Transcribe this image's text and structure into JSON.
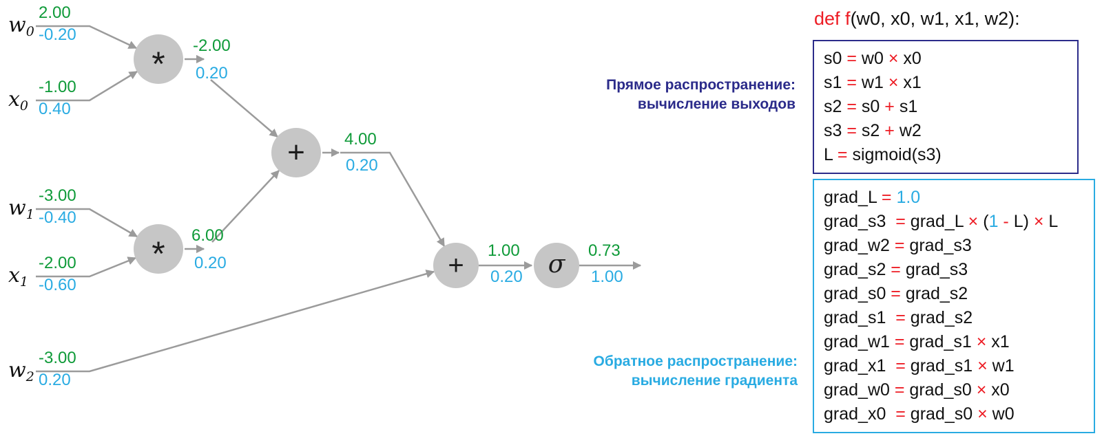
{
  "colors": {
    "forward_value_green": "#0e9a38",
    "gradient_value_blue": "#29abe2",
    "operator_red": "#ed1c24",
    "forward_annotation_navy": "#2b2b8a",
    "node_gray": "#c6c6c6",
    "edge_gray": "#9b9b9b"
  },
  "graph": {
    "inputs": [
      {
        "base": "w",
        "sub": "0",
        "forward": "2.00",
        "grad": "-0.20"
      },
      {
        "base": "x",
        "sub": "0",
        "forward": "-1.00",
        "grad": "0.40"
      },
      {
        "base": "w",
        "sub": "1",
        "forward": "-3.00",
        "grad": "-0.40"
      },
      {
        "base": "x",
        "sub": "1",
        "forward": "-2.00",
        "grad": "-0.60"
      },
      {
        "base": "w",
        "sub": "2",
        "forward": "-3.00",
        "grad": "0.20"
      }
    ],
    "nodes": [
      {
        "symbol": "*"
      },
      {
        "symbol": "*"
      },
      {
        "symbol": "+"
      },
      {
        "symbol": "+"
      },
      {
        "symbol": "σ"
      }
    ],
    "edges": [
      {
        "forward": "-2.00",
        "grad": "0.20"
      },
      {
        "forward": "6.00",
        "grad": "0.20"
      },
      {
        "forward": "4.00",
        "grad": "0.20"
      },
      {
        "forward": "1.00",
        "grad": "0.20"
      },
      {
        "forward": "0.73",
        "grad": "1.00"
      }
    ]
  },
  "annotations": {
    "forward_line1": "Прямое распространение:",
    "forward_line2": "вычисление выходов",
    "backward_line1": "Обратное распространение:",
    "backward_line2": "вычисление градиента"
  },
  "code": {
    "header": [
      {
        "t": "def ",
        "c": "r"
      },
      {
        "t": "f",
        "c": "r"
      },
      {
        "t": "(w0, x0, w1, x1, w2):",
        "c": "k"
      }
    ],
    "forward_lines": [
      [
        {
          "t": "s0 ",
          "c": "k"
        },
        {
          "t": "=",
          "c": "r"
        },
        {
          "t": " w0 ",
          "c": "k"
        },
        {
          "t": "×",
          "c": "r"
        },
        {
          "t": " x0",
          "c": "k"
        }
      ],
      [
        {
          "t": "s1 ",
          "c": "k"
        },
        {
          "t": "=",
          "c": "r"
        },
        {
          "t": " w1 ",
          "c": "k"
        },
        {
          "t": "×",
          "c": "r"
        },
        {
          "t": " x1",
          "c": "k"
        }
      ],
      [
        {
          "t": "s2 ",
          "c": "k"
        },
        {
          "t": "=",
          "c": "r"
        },
        {
          "t": " s0 ",
          "c": "k"
        },
        {
          "t": "+",
          "c": "r"
        },
        {
          "t": " s1",
          "c": "k"
        }
      ],
      [
        {
          "t": "s3 ",
          "c": "k"
        },
        {
          "t": "=",
          "c": "r"
        },
        {
          "t": " s2 ",
          "c": "k"
        },
        {
          "t": "+",
          "c": "r"
        },
        {
          "t": " w2",
          "c": "k"
        }
      ],
      [
        {
          "t": "L ",
          "c": "k"
        },
        {
          "t": "=",
          "c": "r"
        },
        {
          "t": " sigmoid(s3)",
          "c": "k"
        }
      ]
    ],
    "backward_lines": [
      [
        {
          "t": "grad_L ",
          "c": "k"
        },
        {
          "t": "=",
          "c": "r"
        },
        {
          "t": " ",
          "c": "k"
        },
        {
          "t": "1.0",
          "c": "b"
        }
      ],
      [
        {
          "t": "grad_s3  ",
          "c": "k"
        },
        {
          "t": "=",
          "c": "r"
        },
        {
          "t": " grad_L ",
          "c": "k"
        },
        {
          "t": "×",
          "c": "r"
        },
        {
          "t": " (",
          "c": "k"
        },
        {
          "t": "1",
          "c": "b"
        },
        {
          "t": " ",
          "c": "k"
        },
        {
          "t": "-",
          "c": "r"
        },
        {
          "t": " L) ",
          "c": "k"
        },
        {
          "t": "×",
          "c": "r"
        },
        {
          "t": " L",
          "c": "k"
        }
      ],
      [
        {
          "t": "grad_w2 ",
          "c": "k"
        },
        {
          "t": "=",
          "c": "r"
        },
        {
          "t": " grad_s3",
          "c": "k"
        }
      ],
      [
        {
          "t": "grad_s2 ",
          "c": "k"
        },
        {
          "t": "=",
          "c": "r"
        },
        {
          "t": " grad_s3",
          "c": "k"
        }
      ],
      [
        {
          "t": "grad_s0 ",
          "c": "k"
        },
        {
          "t": "=",
          "c": "r"
        },
        {
          "t": " grad_s2",
          "c": "k"
        }
      ],
      [
        {
          "t": "grad_s1  ",
          "c": "k"
        },
        {
          "t": "=",
          "c": "r"
        },
        {
          "t": " grad_s2",
          "c": "k"
        }
      ],
      [
        {
          "t": "grad_w1 ",
          "c": "k"
        },
        {
          "t": "=",
          "c": "r"
        },
        {
          "t": " grad_s1 ",
          "c": "k"
        },
        {
          "t": "×",
          "c": "r"
        },
        {
          "t": " x1",
          "c": "k"
        }
      ],
      [
        {
          "t": "grad_x1  ",
          "c": "k"
        },
        {
          "t": "=",
          "c": "r"
        },
        {
          "t": " grad_s1 ",
          "c": "k"
        },
        {
          "t": "×",
          "c": "r"
        },
        {
          "t": " w1",
          "c": "k"
        }
      ],
      [
        {
          "t": "grad_w0 ",
          "c": "k"
        },
        {
          "t": "=",
          "c": "r"
        },
        {
          "t": " grad_s0 ",
          "c": "k"
        },
        {
          "t": "×",
          "c": "r"
        },
        {
          "t": " x0",
          "c": "k"
        }
      ],
      [
        {
          "t": "grad_x0  ",
          "c": "k"
        },
        {
          "t": "=",
          "c": "r"
        },
        {
          "t": " grad_s0 ",
          "c": "k"
        },
        {
          "t": "×",
          "c": "r"
        },
        {
          "t": " w0",
          "c": "k"
        }
      ]
    ]
  }
}
